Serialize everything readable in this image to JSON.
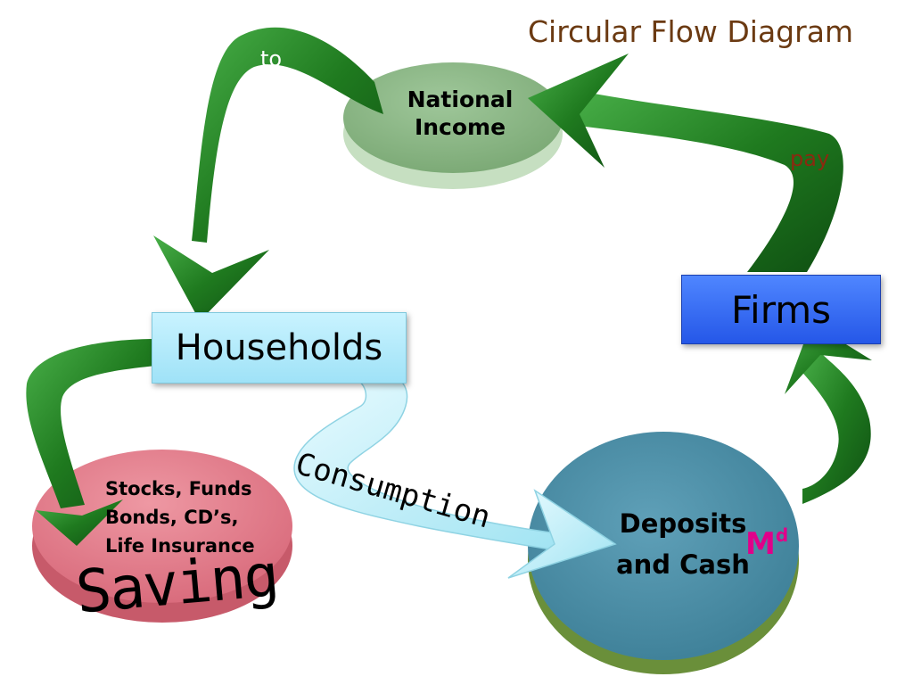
{
  "title": "Circular Flow Diagram",
  "nodes": {
    "households": "Households",
    "firms": "Firms",
    "national_income_line1": "National",
    "national_income_line2": "Income",
    "deposits_line1": "Deposits",
    "deposits_line2": "and Cash",
    "money_demand": "M",
    "money_demand_sup": "d",
    "saving": "Saving",
    "stocks_line1": "Stocks, Funds",
    "stocks_line2": "Bonds, CD’s,",
    "stocks_line3": "Life Insurance"
  },
  "flows": {
    "to": "to",
    "pay": "pay",
    "consumption": "Consumption"
  },
  "colors": {
    "arrow_green": "#1f7a1f",
    "income_disc": "#8fb98a",
    "saving_disc": "#e07b89",
    "deposits_disc": "#4d8fa8",
    "firms_box": "#2f62f0",
    "households_box": "#b3ecfb",
    "consumption_arrow": "#bfeff8"
  }
}
